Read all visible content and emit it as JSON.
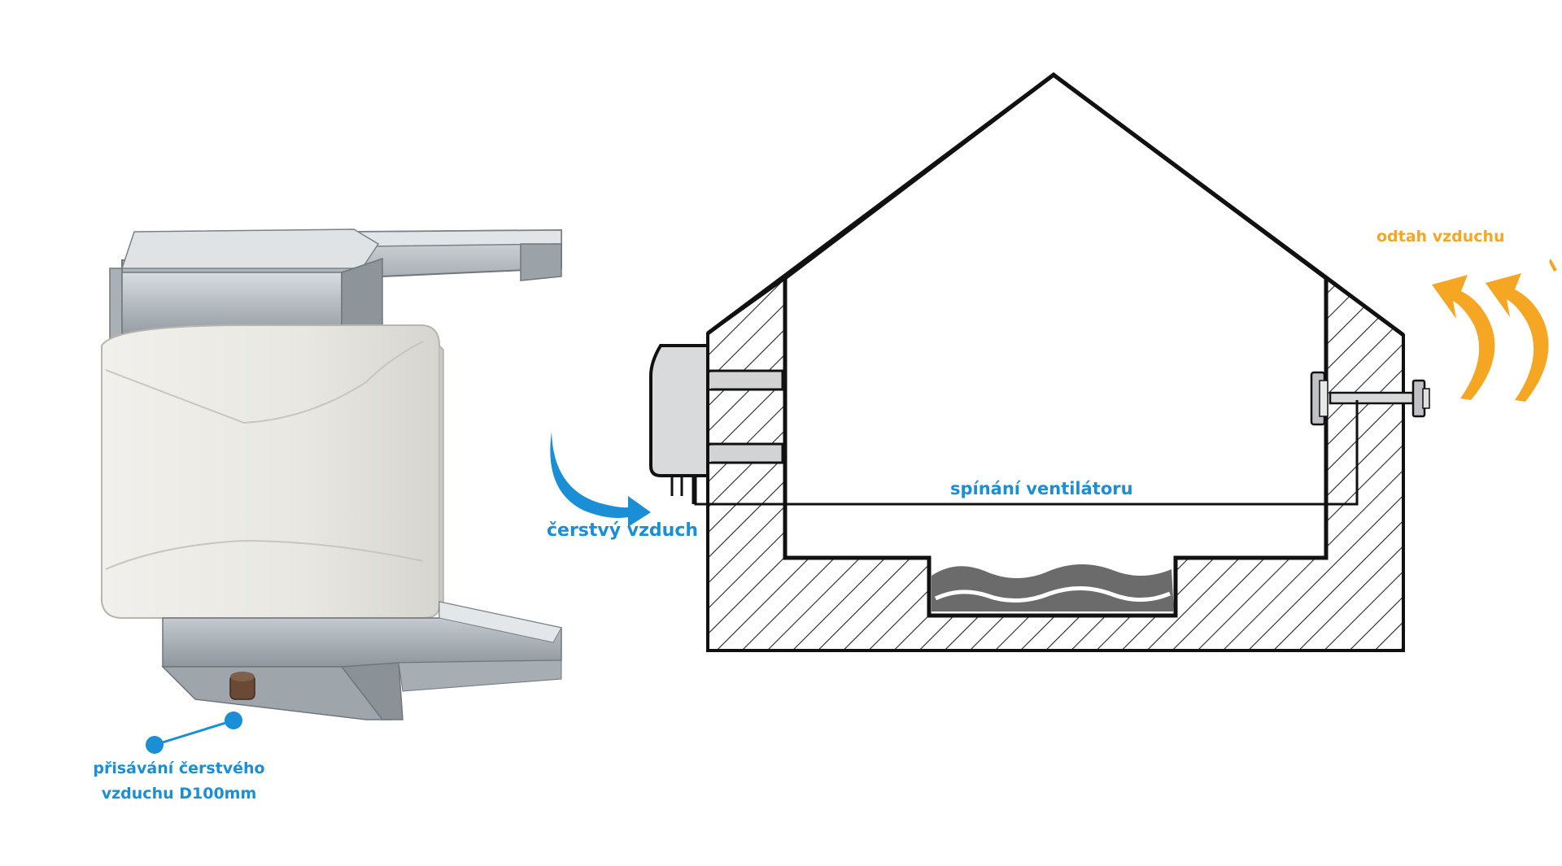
{
  "labels": {
    "fresh_air": "čerstvý vzduch",
    "exhaust": "odtah vzduchu",
    "fan_switching": "spínání ventilátoru",
    "intake_line1": "přisávání čerstvého",
    "intake_line2": "vzduchu D100mm"
  },
  "colors": {
    "blue": "#1a8fd6",
    "orange": "#f5a623",
    "outline": "#111111",
    "unit_body": "#e9e8e3",
    "metal": "#b9bfc4",
    "water": "#6b6b6b"
  },
  "icons": {
    "fresh_air_arrow": "curved-arrow-right",
    "exhaust_arrows": "curved-arrow-up"
  }
}
